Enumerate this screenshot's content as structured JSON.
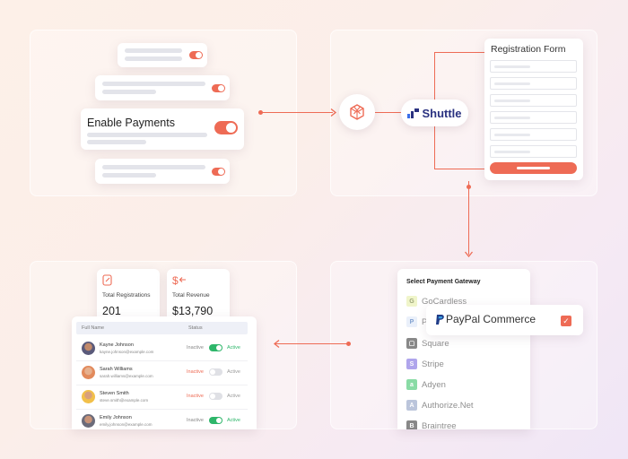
{
  "colors": {
    "accent": "#ee6b55",
    "active_green": "#2eb66a",
    "shuttle_navy": "#2a3280"
  },
  "payments": {
    "title": "Enable Payments",
    "enabled": true
  },
  "shuttle": {
    "logo_text": "Shuttle",
    "icon": "shuttle-logo-icon",
    "hub_icon": "cube-icon"
  },
  "registration_form": {
    "title": "Registration Form",
    "field_count": 6
  },
  "stats": [
    {
      "label": "Total Registrations",
      "value": "201",
      "icon": "registration-icon"
    },
    {
      "label": "Total Revenue",
      "value": "$13,790",
      "icon": "revenue-icon"
    }
  ],
  "table": {
    "columns": [
      "Full Name",
      "Status"
    ],
    "rows": [
      {
        "name": "Kayne Johnson",
        "email": "kayne.johnson@example.com",
        "inactive": "Inactive",
        "active": "Active",
        "enabled": true
      },
      {
        "name": "Sarah Williams",
        "email": "sarah.williams@example.com",
        "inactive": "Inactive",
        "active": "Active",
        "enabled": false
      },
      {
        "name": "Steven Smith",
        "email": "steve.smith@example.com",
        "inactive": "Inactive",
        "active": "Active",
        "enabled": false
      },
      {
        "name": "Emily Johnson",
        "email": "emily.johnson@example.com",
        "inactive": "Inactive",
        "active": "Active",
        "enabled": true
      }
    ]
  },
  "gateway": {
    "title": "Select Payment Gateway",
    "options": [
      {
        "label": "GoCardless",
        "icon": "gocardless-icon",
        "color": "#e7f0a8"
      },
      {
        "label": "P",
        "icon": "paypal-icon",
        "color": "#dde7f7"
      },
      {
        "label": "Square",
        "icon": "square-icon",
        "color": "#3a3a3a"
      },
      {
        "label": "Stripe",
        "icon": "stripe-icon",
        "color": "#7b6be0"
      },
      {
        "label": "Adyen",
        "icon": "adyen-icon",
        "color": "#3cc46b"
      },
      {
        "label": "Authorize.Net",
        "icon": "authorize-net-icon",
        "color": "#8ea0c4"
      },
      {
        "label": "Braintree",
        "icon": "braintree-icon",
        "color": "#3a3a3a"
      }
    ],
    "selected": {
      "label": "PayPal Commerce",
      "icon": "paypal-icon",
      "checked": true
    }
  }
}
